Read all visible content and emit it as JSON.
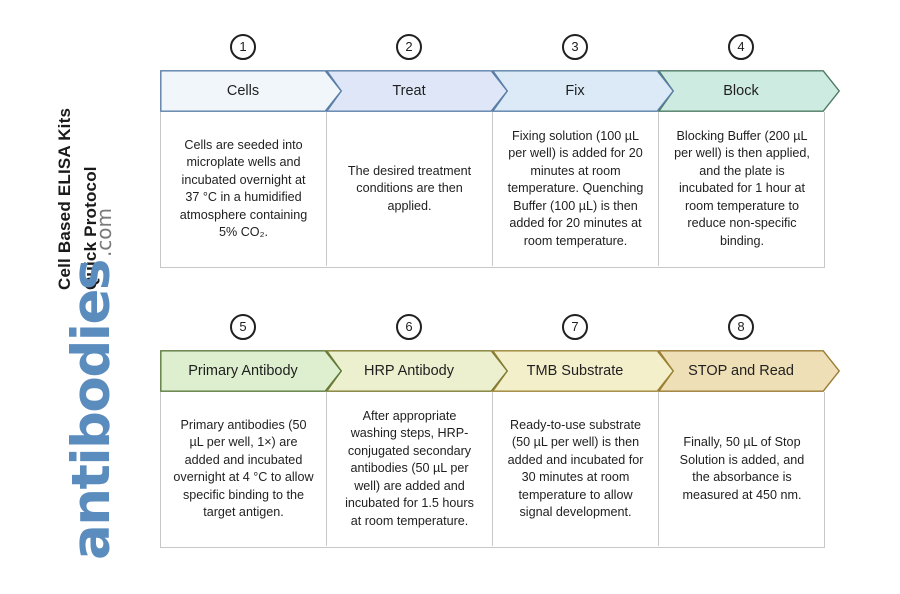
{
  "title": {
    "line1": "Cell Based ELISA Kits",
    "line2": "Quick Protocol"
  },
  "logo": {
    "word": "antibodies",
    "tld": ".com",
    "color": "#5B8CBE"
  },
  "diagram": {
    "type": "process-flow",
    "rows": [
      {
        "row_index": 1,
        "steps": [
          {
            "number": "1",
            "label": "Cells",
            "fill": "#F1F6FB",
            "stroke": "#5A7EA8",
            "body": "Cells are seeded into microplate wells and incubated overnight at 37 °C in a humidified atmosphere containing 5% CO₂."
          },
          {
            "number": "2",
            "label": "Treat",
            "fill": "#DFE6F7",
            "stroke": "#5A7EA8",
            "body": "The desired treatment conditions are then applied."
          },
          {
            "number": "3",
            "label": "Fix",
            "fill": "#DCEAF7",
            "stroke": "#5A7EA8",
            "body": "Fixing solution (100 µL per well) is added for 20 minutes at room temperature. Quenching Buffer (100 µL) is then added for 20 minutes at room temperature."
          },
          {
            "number": "4",
            "label": "Block",
            "fill": "#CEEBE1",
            "stroke": "#4C7A63",
            "body": "Blocking Buffer (200 µL per well) is then applied, and the plate is incubated for 1 hour at room temperature to reduce non-specific binding."
          }
        ]
      },
      {
        "row_index": 2,
        "steps": [
          {
            "number": "5",
            "label": "Primary Antibody",
            "fill": "#DDEFCE",
            "stroke": "#5B7A3C",
            "body": "Primary antibodies (50 µL per well, 1×) are added and incubated overnight at 4 °C to allow specific binding to the target antigen."
          },
          {
            "number": "6",
            "label": "HRP Antibody",
            "fill": "#EDF0CE",
            "stroke": "#7E7C34",
            "body": "After appropriate washing steps, HRP-conjugated secondary antibodies (50 µL per well) are added and incubated for 1.5 hours at room temperature."
          },
          {
            "number": "7",
            "label": "TMB Substrate",
            "fill": "#F4EFCB",
            "stroke": "#9A8333",
            "body": "Ready-to-use substrate (50 µL per well) is then added and incubated for 30 minutes at room temperature to allow signal development."
          },
          {
            "number": "8",
            "label": "STOP and Read",
            "fill": "#EFDFB6",
            "stroke": "#9A7A33",
            "body": "Finally, 50 µL of Stop Solution is added, and the absorbance is measured at 450 nm."
          }
        ]
      }
    ]
  }
}
